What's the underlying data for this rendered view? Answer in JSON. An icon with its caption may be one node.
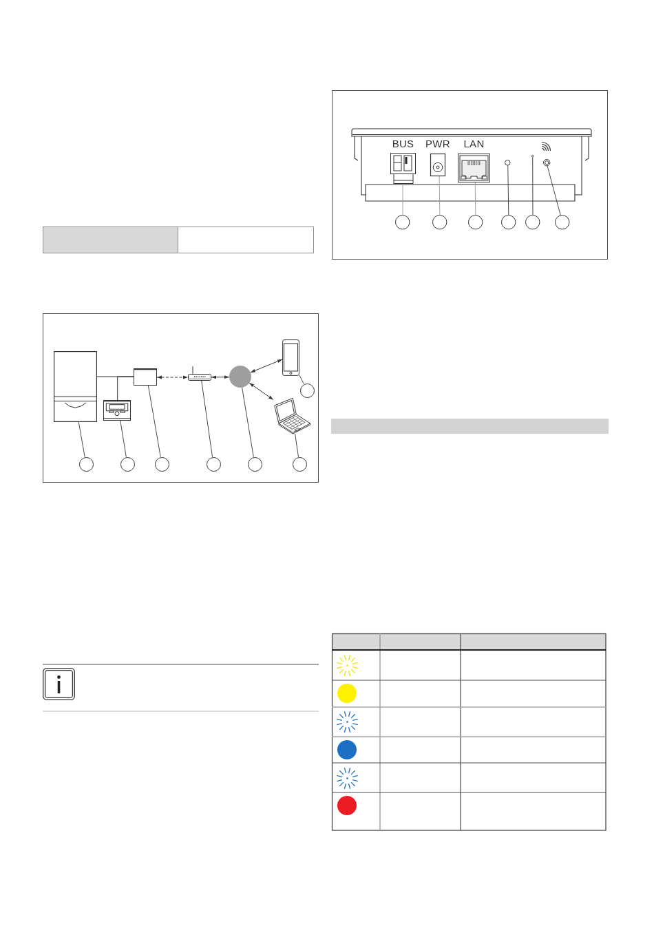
{
  "diagram": {
    "nodes": [
      {
        "text": [],
        "shape": "picture"
      },
      {
        "text": [],
        "shape": "picture"
      },
      {
        "text": [],
        "shape": "box"
      },
      {
        "text": [],
        "shape": "picture"
      },
      {
        "text": [],
        "shape": "circle"
      },
      {
        "text": [],
        "shape": "picture"
      },
      {
        "text": [],
        "shape": "picture"
      },
      {
        "text": [],
        "shape": "circle"
      },
      {
        "text": [],
        "shape": "circle"
      },
      {
        "text": [],
        "shape": "circle"
      },
      {
        "text": [],
        "shape": "circle"
      },
      {
        "text": [],
        "shape": "circle"
      },
      {
        "text": [],
        "shape": "circle"
      },
      {
        "text": [],
        "shape": "circle"
      },
      {
        "text": [
          "BUS"
        ]
      },
      {
        "text": [
          "PWR"
        ]
      },
      {
        "text": [
          "LAN"
        ]
      },
      {
        "text": [],
        "shape": "circle"
      },
      {
        "text": [],
        "shape": "circle"
      },
      {
        "text": [],
        "shape": "circle"
      },
      {
        "text": [],
        "shape": "circle"
      },
      {
        "text": [],
        "shape": "circle"
      },
      {
        "text": [],
        "shape": "circle"
      },
      {
        "text": [],
        "shape": "circle"
      },
      {
        "text": [],
        "shape": "circle"
      },
      {
        "text": [],
        "shape": "circle"
      },
      {
        "text": [],
        "shape": "bar"
      }
    ],
    "edges": [
      {
        "from": 0,
        "to": 2,
        "arrow": "none"
      },
      {
        "from": 1,
        "to": 2,
        "arrow": "none"
      },
      {
        "from": 2,
        "to": 3,
        "arrow": "both",
        "style": "dashed"
      },
      {
        "from": 3,
        "to": 4,
        "arrow": "both"
      },
      {
        "from": 4,
        "to": 5,
        "arrow": "both"
      },
      {
        "from": 4,
        "to": 6,
        "arrow": "both"
      },
      {
        "from": 7,
        "to": 0,
        "arrow": "none"
      },
      {
        "from": 8,
        "to": 1,
        "arrow": "none"
      },
      {
        "from": 9,
        "to": 2,
        "arrow": "none"
      },
      {
        "from": 10,
        "to": 3,
        "arrow": "none"
      },
      {
        "from": 11,
        "to": 4,
        "arrow": "none"
      },
      {
        "from": 12,
        "to": 5,
        "arrow": "none"
      },
      {
        "from": 13,
        "to": 6,
        "arrow": "none"
      },
      {
        "from": 20,
        "to": 14,
        "arrow": "none",
        "color": "#9a9a9a"
      },
      {
        "from": 21,
        "to": 15,
        "arrow": "none",
        "color": "#9a9a9a"
      },
      {
        "from": 22,
        "to": 16,
        "arrow": "none",
        "color": "#9a9a9a"
      },
      {
        "from": 23,
        "to": 17,
        "arrow": "none"
      },
      {
        "from": 24,
        "to": 18,
        "arrow": "none"
      },
      {
        "from": 25,
        "to": 19,
        "arrow": "none"
      }
    ]
  }
}
